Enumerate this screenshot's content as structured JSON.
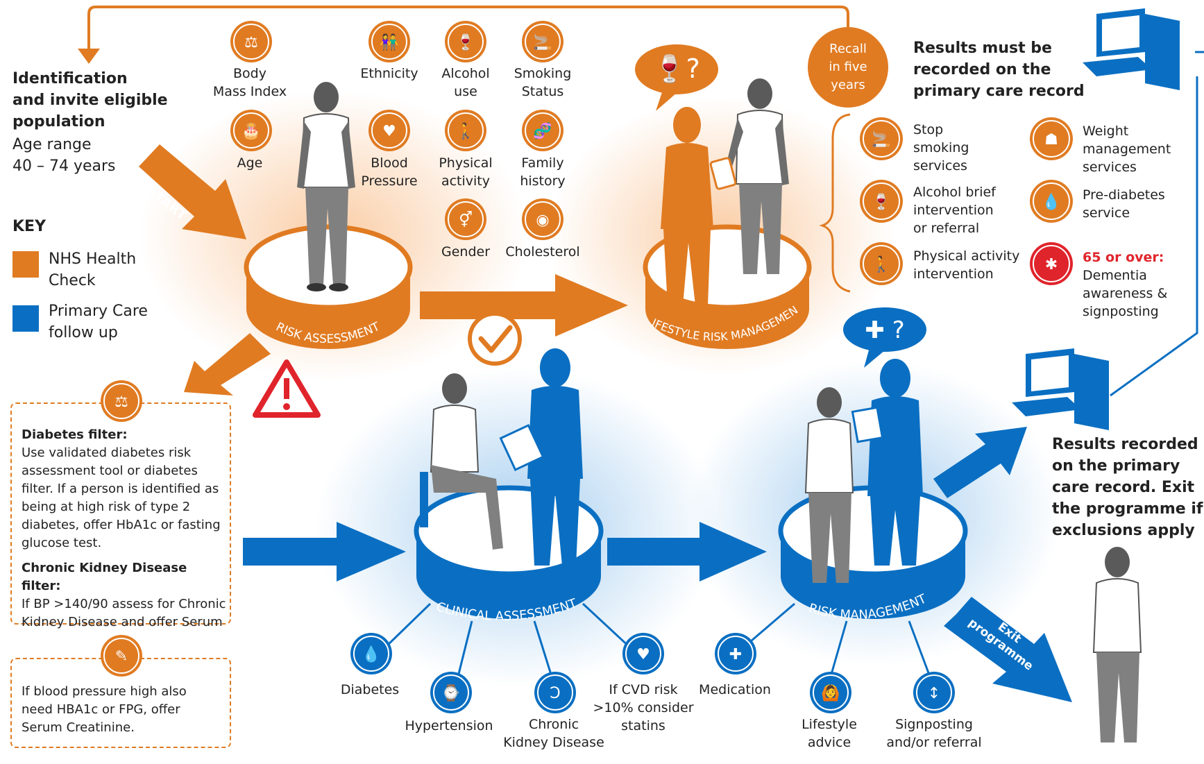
{
  "colors": {
    "orange": "#e07b22",
    "blue": "#0a6fc2",
    "gray": "#6d6d6d",
    "red": "#e0242b"
  },
  "identification": {
    "title_lines": [
      "Identification",
      "and invite eligible",
      "population"
    ],
    "age_label": "Age range",
    "age_value": "40 – 74 years"
  },
  "start_label": "START",
  "key": {
    "title": "KEY",
    "items": [
      {
        "label_lines": [
          "NHS Health",
          "Check"
        ],
        "color": "#e07b22"
      },
      {
        "label_lines": [
          "Primary Care",
          "follow up"
        ],
        "color": "#0a6fc2"
      }
    ]
  },
  "risk_factors": [
    {
      "label_lines": [
        "Body",
        "Mass Index"
      ],
      "icon": "scale-icon"
    },
    {
      "label_lines": [
        "Ethnicity"
      ],
      "icon": "people-icon"
    },
    {
      "label_lines": [
        "Alcohol",
        "use"
      ],
      "icon": "glasses-icon"
    },
    {
      "label_lines": [
        "Smoking",
        "Status"
      ],
      "icon": "cigarette-icon"
    },
    {
      "label_lines": [
        "Age"
      ],
      "icon": "cake-icon"
    },
    {
      "label_lines": [
        "Blood",
        "Pressure"
      ],
      "icon": "heart-pulse-icon"
    },
    {
      "label_lines": [
        "Physical",
        "activity"
      ],
      "icon": "walking-icon"
    },
    {
      "label_lines": [
        "Family",
        "history"
      ],
      "icon": "dna-icon"
    },
    {
      "label_lines": [
        "Gender"
      ],
      "icon": "gender-icon"
    },
    {
      "label_lines": [
        "Cholesterol"
      ],
      "icon": "cholesterol-icon"
    }
  ],
  "platforms": {
    "risk_assessment": "RISK ASSESSMENT",
    "lifestyle": "LIFESTYLE RISK MANAGEMENT",
    "clinical": "CLINICAL ASSESSMENT",
    "risk_management": "RISK MANAGEMENT"
  },
  "recall": [
    "Recall",
    "in five",
    "years"
  ],
  "results_primary": [
    "Results must be",
    "recorded on the",
    "primary care record"
  ],
  "lifestyle_services": [
    {
      "label_lines": [
        "Stop",
        "smoking",
        "services"
      ],
      "icon": "cigarette-icon"
    },
    {
      "label_lines": [
        "Weight",
        "management",
        "services"
      ],
      "icon": "weight-icon"
    },
    {
      "label_lines": [
        "Alcohol brief",
        "intervention",
        "or referral"
      ],
      "icon": "glasses-icon"
    },
    {
      "label_lines": [
        "Pre-diabetes",
        "service"
      ],
      "icon": "blood-drop-icon"
    },
    {
      "label_lines": [
        "Physical activity",
        "intervention"
      ],
      "icon": "walking-icon"
    }
  ],
  "dementia": {
    "title": "65 or over:",
    "lines": [
      "Dementia",
      "awareness &",
      "signposting"
    ]
  },
  "diabetes_filter": {
    "title": "Diabetes filter:",
    "lines": [
      "Use validated diabetes risk",
      "assessment tool or diabetes",
      "filter. If a person is identified as",
      "being at high risk of type 2",
      "diabetes, offer HbA1c or fasting",
      "glucose test."
    ]
  },
  "ckd_filter": {
    "title": "Chronic Kidney Disease filter:",
    "lines": [
      "If BP >140/90 assess for Chronic",
      "Kidney Disease and offer Serum"
    ]
  },
  "bp_note": {
    "lines": [
      "If blood pressure high also",
      "need HBA1c or FPG, offer",
      "Serum Creatinine."
    ]
  },
  "clinical_items": [
    {
      "label_lines": [
        "Diabetes"
      ],
      "icon": "blood-drop-icon"
    },
    {
      "label_lines": [
        "Hypertension"
      ],
      "icon": "bp-monitor-icon"
    },
    {
      "label_lines": [
        "Chronic",
        "Kidney Disease"
      ],
      "icon": "kidney-icon"
    },
    {
      "label_lines": [
        "If CVD risk",
        ">10% consider",
        "statins"
      ],
      "icon": "heart-icon"
    }
  ],
  "management_items": [
    {
      "label_lines": [
        "Medication"
      ],
      "icon": "medication-icon"
    },
    {
      "label_lines": [
        "Lifestyle",
        "advice"
      ],
      "icon": "person-icon"
    },
    {
      "label_lines": [
        "Signposting",
        "and/or referral"
      ],
      "icon": "signpost-icon"
    }
  ],
  "results_exit": [
    "Results recorded",
    "on the primary",
    "care record. Exit",
    "the programme if",
    "exclusions apply"
  ],
  "exit_label": [
    "Exit",
    "programme"
  ]
}
